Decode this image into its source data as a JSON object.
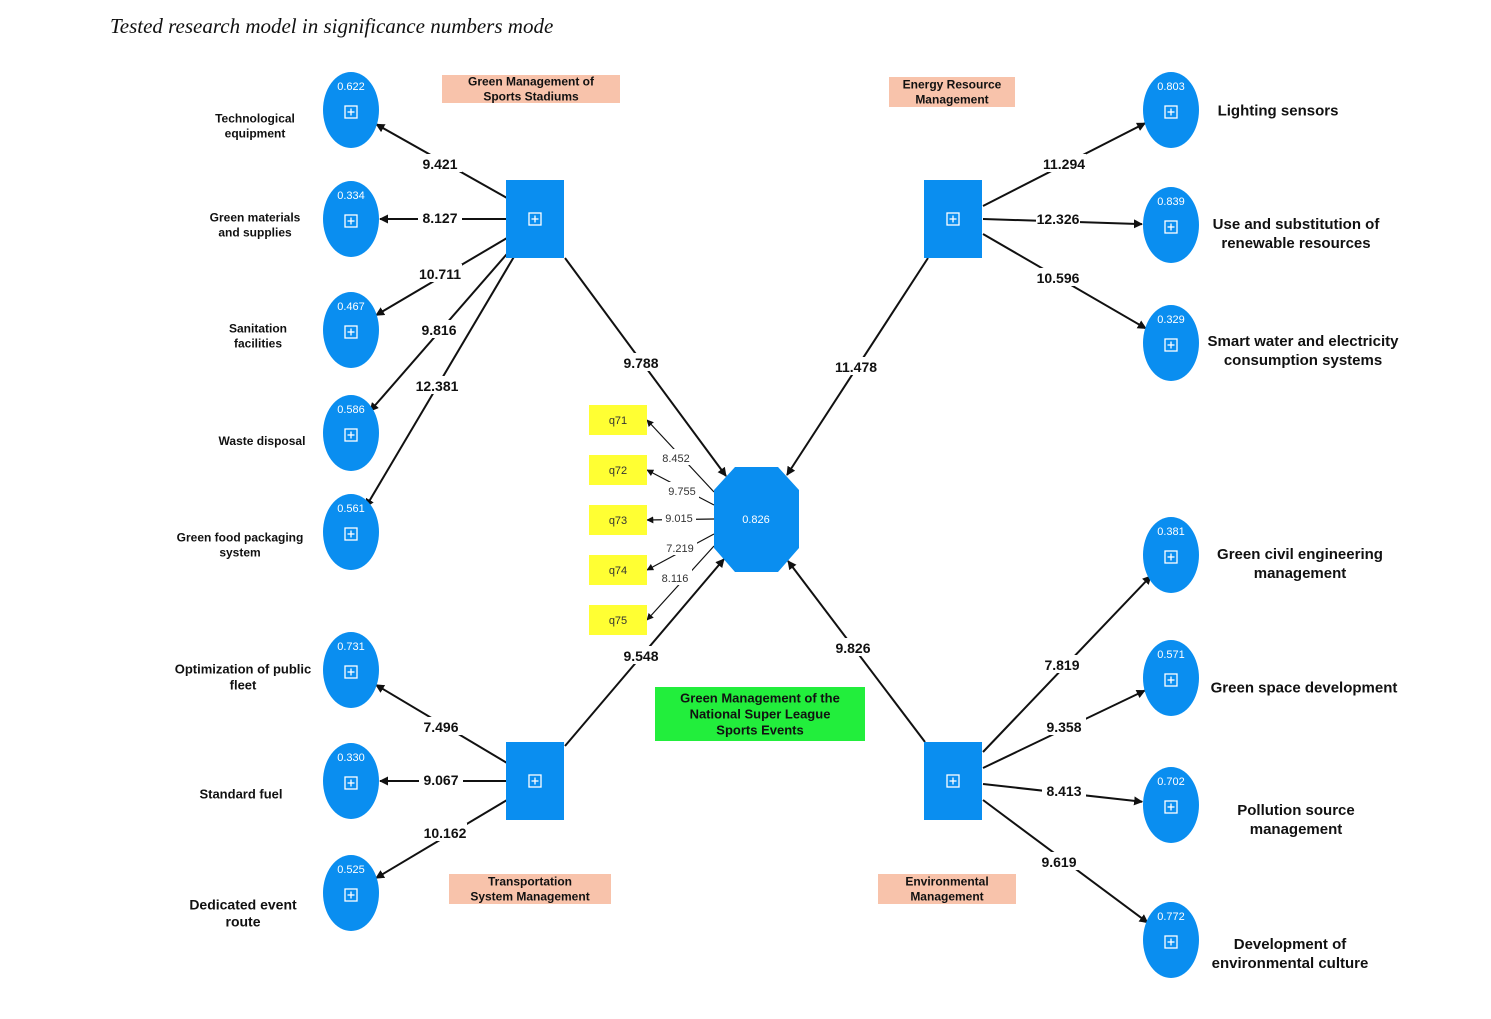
{
  "caption": "Tested research model in significance numbers mode",
  "center": {
    "value": "0.826",
    "label_lines": [
      "Green Management of the",
      "National Super League",
      "Sports Events"
    ]
  },
  "constructs": {
    "stadiums": {
      "label_lines": [
        "Green Management of",
        "Sports Stadiums"
      ],
      "to_center": "9.788"
    },
    "energy": {
      "label_lines": [
        "Energy Resource",
        "Management"
      ],
      "to_center": "11.478"
    },
    "transport": {
      "label_lines": [
        "Transportation",
        "System Management"
      ],
      "to_center": "9.548"
    },
    "environment": {
      "label_lines": [
        "Environmental",
        "Management"
      ],
      "to_center": "9.826"
    }
  },
  "indicators": {
    "stadiums": [
      {
        "value": "0.622",
        "coef": "9.421",
        "label_lines": [
          "Technological",
          "equipment"
        ]
      },
      {
        "value": "0.334",
        "coef": "8.127",
        "label_lines": [
          "Green materials",
          "and supplies"
        ]
      },
      {
        "value": "0.467",
        "coef": "10.711",
        "label_lines": [
          "Sanitation",
          "facilities"
        ]
      },
      {
        "value": "0.586",
        "coef": "9.816",
        "label_lines": [
          "Waste disposal"
        ]
      },
      {
        "value": "0.561",
        "coef": "12.381",
        "label_lines": [
          "Green food packaging",
          "system"
        ]
      }
    ],
    "energy": [
      {
        "value": "0.803",
        "coef": "11.294",
        "label_lines": [
          "Lighting sensors"
        ]
      },
      {
        "value": "0.839",
        "coef": "12.326",
        "label_lines": [
          "Use and substitution of",
          "renewable resources"
        ]
      },
      {
        "value": "0.329",
        "coef": "10.596",
        "label_lines": [
          "Smart water and electricity",
          "consumption systems"
        ]
      }
    ],
    "transport": [
      {
        "value": "0.731",
        "coef": "7.496",
        "label_lines": [
          "Optimization of public",
          "fleet"
        ]
      },
      {
        "value": "0.330",
        "coef": "9.067",
        "label_lines": [
          "Standard fuel"
        ]
      },
      {
        "value": "0.525",
        "coef": "10.162",
        "label_lines": [
          "Dedicated event",
          "route"
        ]
      }
    ],
    "environment": [
      {
        "value": "0.381",
        "coef": "7.819",
        "label_lines": [
          "Green civil engineering",
          "management"
        ]
      },
      {
        "value": "0.571",
        "coef": "9.358",
        "label_lines": [
          "Green space development"
        ]
      },
      {
        "value": "0.702",
        "coef": "8.413",
        "label_lines": [
          "Pollution source",
          "management"
        ]
      },
      {
        "value": "0.772",
        "coef": "9.619",
        "label_lines": [
          "Development of",
          "environmental culture"
        ]
      }
    ]
  },
  "questions": [
    {
      "label": "q71",
      "coef": "8.452"
    },
    {
      "label": "q72",
      "coef": "9.755"
    },
    {
      "label": "q73",
      "coef": "9.015"
    },
    {
      "label": "q74",
      "coef": "7.219"
    },
    {
      "label": "q75",
      "coef": "8.116"
    }
  ],
  "colors": {
    "node_blue": "#0a8ef0",
    "label_salmon": "#f8c3ab",
    "question_yellow": "#ffff33",
    "center_label_green": "#22ee3c",
    "line": "#111111"
  }
}
